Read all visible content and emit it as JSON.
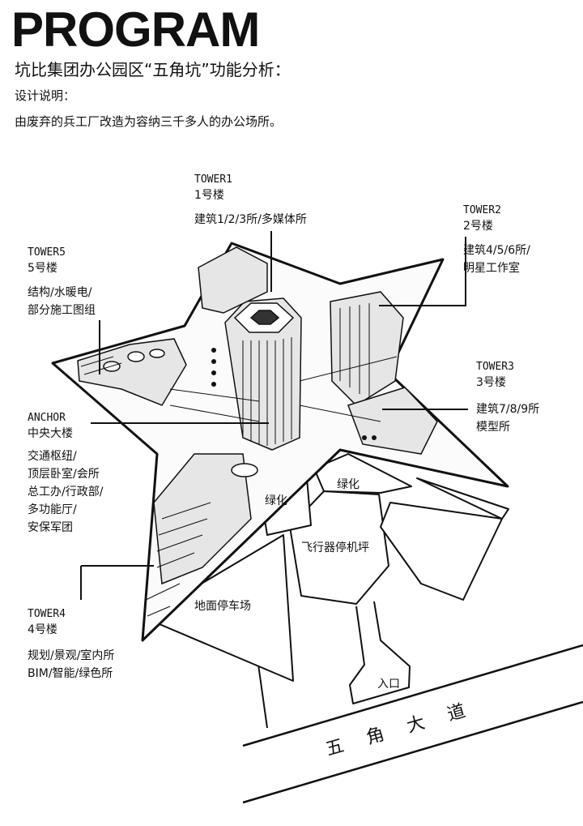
{
  "header": {
    "title": "PROGRAM",
    "subtitle": "坑比集团办公园区“五角坑”功能分析：",
    "design_label": "设计说明：",
    "design_text": "由废弃的兵工厂改造为容纳三千多人的办公场所。"
  },
  "towers": {
    "tower1": {
      "code": "TOWER1",
      "name": "1号楼",
      "desc": [
        "建筑1/2/3所/多媒体所"
      ]
    },
    "tower2": {
      "code": "TOWER2",
      "name": "2号楼",
      "desc": [
        "建筑4/5/6所/",
        "明星工作室"
      ]
    },
    "tower3": {
      "code": "TOWER3",
      "name": "3号楼",
      "desc": [
        "建筑7/8/9所",
        "模型所"
      ]
    },
    "tower5": {
      "code": "TOWER5",
      "name": "5号楼",
      "desc": [
        "结构/水暖电/",
        "部分施工图组"
      ]
    },
    "anchor": {
      "code": "ANCHOR",
      "name": "中央大楼",
      "desc": [
        "交通枢纽/",
        "顶层卧室/会所",
        "总工办/行政部/",
        "多功能厅/",
        "安保军团"
      ]
    },
    "tower4": {
      "code": "TOWER4",
      "name": "4号楼",
      "desc": [
        "规划/景观/室内所",
        "BIM/智能/绿色所"
      ]
    }
  },
  "site": {
    "green_left": "绿化",
    "green_right": "绿化",
    "helipad": "飞行器停机坪",
    "parking": "地面停车场",
    "entrance": "入口",
    "road": [
      "五",
      "角",
      "大",
      "道"
    ]
  }
}
